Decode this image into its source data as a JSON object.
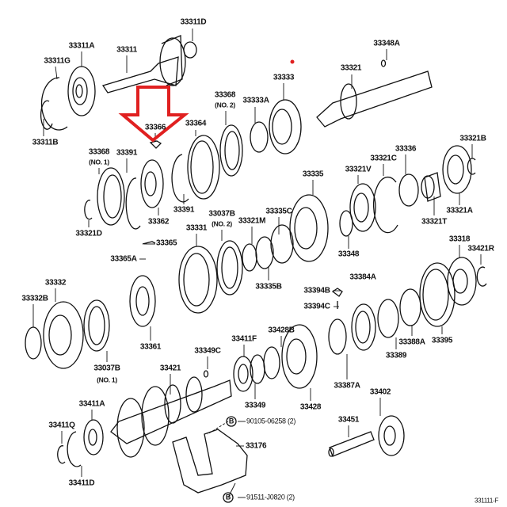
{
  "diagram": {
    "type": "exploded-parts-diagram",
    "reference_code": "331111-F",
    "highlight_color": "#e02020",
    "highlighted_part": "33366"
  },
  "labels": [
    "33311D",
    "33311A",
    "33311",
    "33311G",
    "33311B",
    "33366",
    "33364",
    "33368",
    "(NO. 2)",
    "33333A",
    "33333",
    "33321",
    "33348A",
    "33368",
    "(NO. 1)",
    "33391",
    "33362",
    "33391",
    "33321D",
    "33336",
    "33321C",
    "33321V",
    "33335",
    "33321B",
    "33321A",
    "33321T",
    "33037B",
    "(NO. 2)",
    "33321M",
    "33335C",
    "33331",
    "33365",
    "33365A",
    "33348",
    "33335B",
    "33318",
    "33421R",
    "33332",
    "33332B",
    "33394B",
    "33394C",
    "33384A",
    "33361",
    "33037B",
    "(NO. 1)",
    "33349C",
    "33411F",
    "33428B",
    "33388A",
    "33395",
    "33389",
    "33387A",
    "33421",
    "33349",
    "33428",
    "33402",
    "33411A",
    "33411Q",
    "33411D",
    "33176",
    "33451"
  ],
  "bolts": [
    {
      "marker": "B",
      "part": "90105-06258 (2)"
    },
    {
      "marker": "B",
      "part": "91511-J0820 (2)"
    }
  ]
}
